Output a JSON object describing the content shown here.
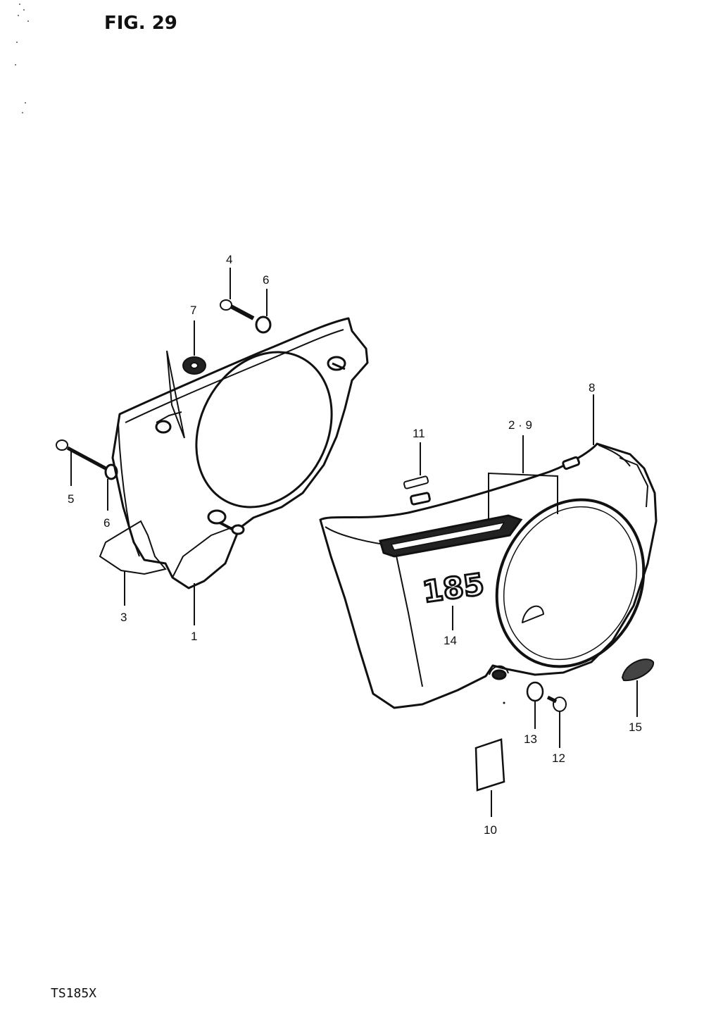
{
  "header": {
    "figure_label": "FIG. 29"
  },
  "footer": {
    "model_code": "TS185X"
  },
  "emblem_text": "185",
  "callouts": {
    "c1": "1",
    "c3": "3",
    "c4": "4",
    "c5": "5",
    "c6a": "6",
    "c6b": "6",
    "c7": "7",
    "c8": "8",
    "c29": "2 · 9",
    "c10": "10",
    "c11": "11",
    "c12": "12",
    "c13": "13",
    "c14": "14",
    "c15": "15"
  }
}
